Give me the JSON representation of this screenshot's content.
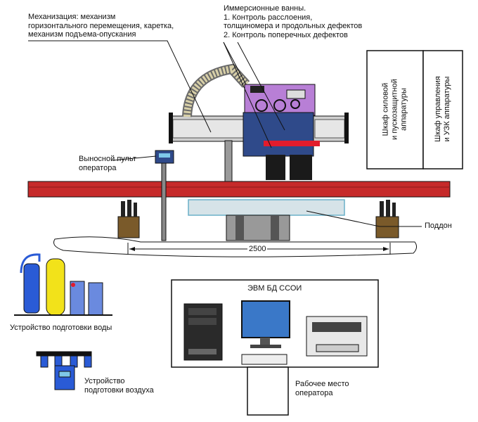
{
  "labels": {
    "mechanization": [
      "Механизация: механизм",
      "горизонтального перемещения, каретка,",
      "механизм подъема-опускания"
    ],
    "immersion": [
      "Иммерсионные ванны.",
      "1. Контроль расслоения,",
      "толщиномера и продольных дефектов",
      "2. Контроль поперечных дефектов"
    ],
    "remote_panel": [
      "Выносной пульт",
      "оператора"
    ],
    "pallet": "Поддон",
    "dimension": "2500",
    "water_prep": "Устройство подготовки воды",
    "air_prep": [
      "Устройство",
      "подготовки воздуха"
    ],
    "computer": "ЭВМ БД ССОИ",
    "workplace": [
      "Рабочее место",
      "оператора"
    ],
    "cabinet_power": [
      "Шкаф силовой",
      "и пускозащитной",
      "аппаратуры"
    ],
    "cabinet_control": [
      "Шкаф управления",
      "и УЗК аппаратуры"
    ]
  },
  "colors": {
    "beam": "#c62a2a",
    "frame": "#cfcfcf",
    "bath": "#b87fd6",
    "cart": "#2f4a8a",
    "yellow_tank": "#f2e21a",
    "water_pipe": "#2a5bd6",
    "pallet": "#d6e3e8",
    "screen": "#3a78c8",
    "post": "#7a5a2a"
  },
  "icons": [
    "hose-cable-chain",
    "remote-panel-icon",
    "pc-tower-icon",
    "monitor-icon",
    "keyboard-icon",
    "printer-icon",
    "water-tank-icon",
    "air-filter-icon"
  ]
}
